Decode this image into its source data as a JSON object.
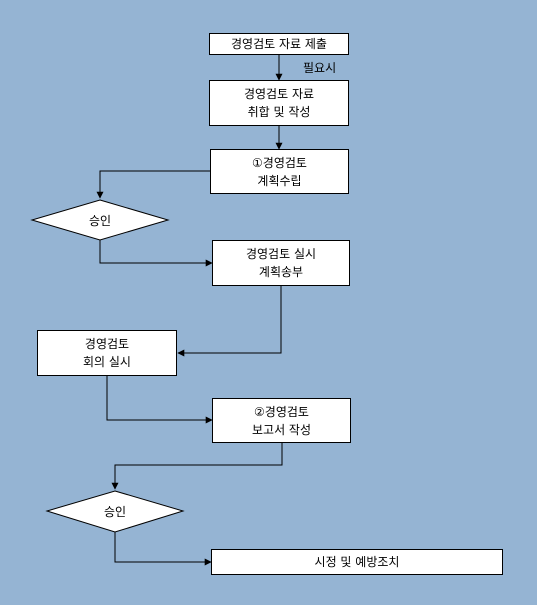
{
  "diagram": {
    "colors": {
      "background": "#95b4d3",
      "box_fill": "#ffffff",
      "line": "#000000"
    },
    "steps": [
      {
        "id": "submit",
        "lines": [
          "경영검토 자료 제출"
        ]
      },
      {
        "id": "collect",
        "lines": [
          "경영검토 자료",
          "취합 및 작성"
        ]
      },
      {
        "id": "plan",
        "lines": [
          "①경영검토",
          "계획수립"
        ]
      },
      {
        "id": "approve1",
        "shape": "diamond",
        "lines": [
          "승인"
        ]
      },
      {
        "id": "send",
        "lines": [
          "경영검토 실시",
          "계획송부"
        ]
      },
      {
        "id": "meeting",
        "lines": [
          "경영검토",
          "회의 실시"
        ]
      },
      {
        "id": "report",
        "lines": [
          "②경영검토",
          "보고서 작성"
        ]
      },
      {
        "id": "approve2",
        "shape": "diamond",
        "lines": [
          "승인"
        ]
      },
      {
        "id": "corrective",
        "lines": [
          "시정 및 예방조치"
        ]
      }
    ],
    "edge_labels": {
      "if_needed": "필요시"
    }
  }
}
